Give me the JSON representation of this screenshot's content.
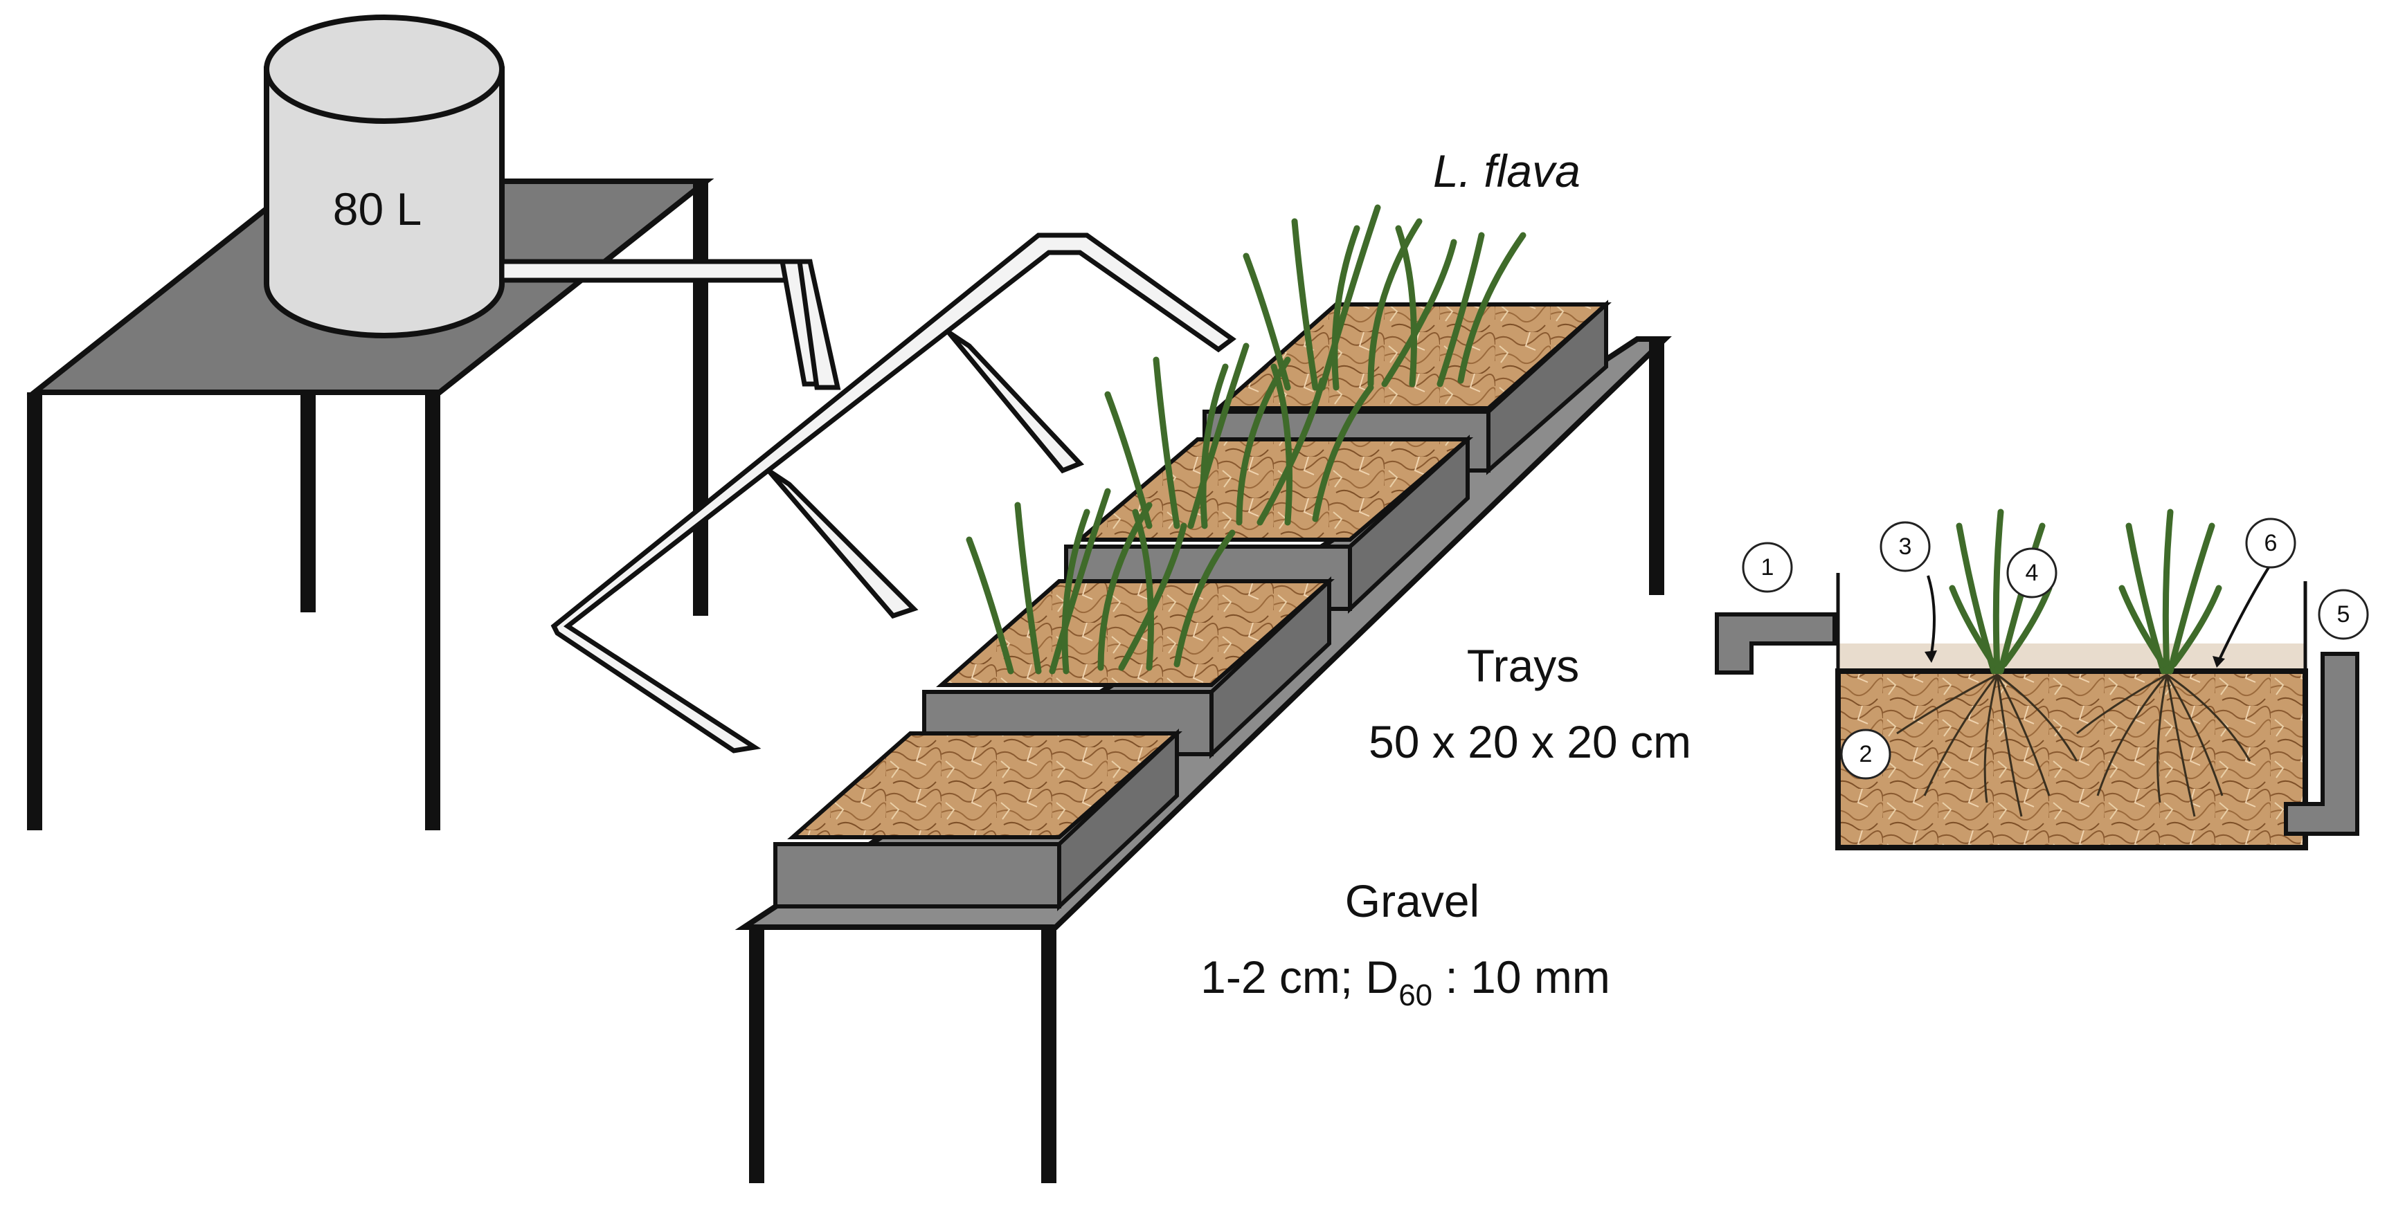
{
  "labels": {
    "tank_volume": "80 L",
    "species": "L. flava",
    "trays_title": "Trays",
    "trays_dims": "50 x 20 x 20 cm",
    "gravel_title": "Gravel",
    "gravel_prefix": "1-2 cm; D",
    "gravel_subscript": "60",
    "gravel_suffix": " : 10 mm"
  },
  "callouts": [
    "1",
    "2",
    "3",
    "4",
    "5",
    "6"
  ],
  "colors": {
    "table_top": "#7a7a7a",
    "legs": "#111111",
    "tank": "#dcdcdc",
    "pipe": "#f3f3f3",
    "tray_frame": "#808080",
    "gravel": "#c79a6a",
    "gravel_dark": "#8a5a30",
    "plant": "#3f6b2a",
    "water": "#e8dccd"
  }
}
